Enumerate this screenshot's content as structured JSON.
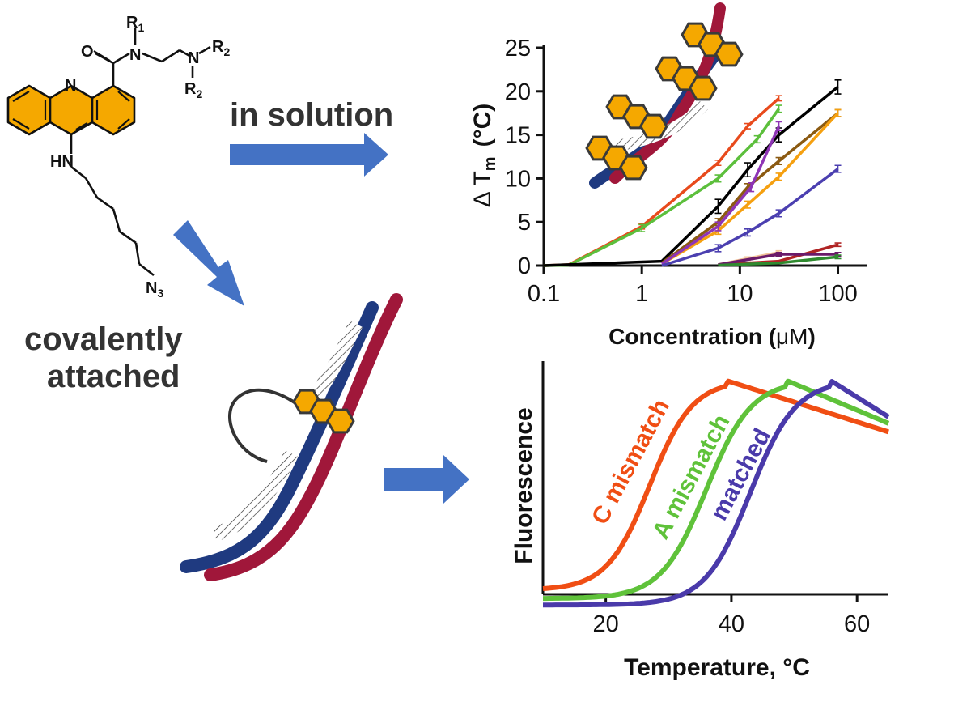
{
  "labels": {
    "in_solution": "in solution",
    "covalently_line1": "covalently",
    "covalently_line2": "attached"
  },
  "molecule": {
    "atoms": [
      "N",
      "O",
      "N",
      "N",
      "HN"
    ],
    "r_groups": [
      "R",
      "R",
      "R"
    ],
    "r_subscripts": [
      "1",
      "2",
      "2"
    ],
    "azide": "N",
    "azide_subscript": "3"
  },
  "colors": {
    "arrow": "#4472c4",
    "acridine_fill": "#f5a800",
    "strand_red": "#a0173a",
    "strand_blue": "#1f3a80"
  },
  "chart_data": [
    {
      "type": "line",
      "xscale": "log",
      "xlim": [
        0.1,
        200
      ],
      "ylim": [
        0,
        25
      ],
      "xlabel_prefix": "Concentration (",
      "xlabel_unit": "μM",
      "xlabel_suffix": ")",
      "ylabel_prefix": "Δ T",
      "ylabel_sub": "m",
      "ylabel_suffix": "(°C)",
      "xticks": [
        0.1,
        1,
        10,
        100
      ],
      "xtick_labels": [
        "0.1",
        "1",
        "10",
        "100"
      ],
      "yticks": [
        0,
        5,
        10,
        15,
        20,
        25
      ],
      "ytick_labels": [
        "0",
        "5",
        "10",
        "15",
        "20",
        "25"
      ],
      "series": [
        {
          "color": "#e84a1c",
          "points": [
            [
              0.1,
              0
            ],
            [
              0.18,
              0.1
            ],
            [
              1,
              4.5
            ],
            [
              6,
              11.8
            ],
            [
              12,
              16
            ],
            [
              25,
              19.2
            ]
          ],
          "err": 0.3
        },
        {
          "color": "#5cbf3c",
          "points": [
            [
              0.1,
              0
            ],
            [
              0.18,
              0.05
            ],
            [
              1,
              4.3
            ],
            [
              6,
              10
            ],
            [
              15,
              14.5
            ],
            [
              25,
              18
            ]
          ],
          "err": 0.4
        },
        {
          "color": "#000000",
          "points": [
            [
              0.1,
              0
            ],
            [
              1.6,
              0.5
            ],
            [
              6,
              6.8
            ],
            [
              12,
              11
            ],
            [
              25,
              15
            ],
            [
              100,
              20.5
            ]
          ],
          "err": 0.8
        },
        {
          "color": "#8b5a12",
          "points": [
            [
              1.6,
              0.3
            ],
            [
              6,
              5
            ],
            [
              12,
              9
            ],
            [
              25,
              12
            ],
            [
              100,
              17.5
            ]
          ],
          "err": 0.4
        },
        {
          "color": "#f5a010",
          "points": [
            [
              1.6,
              0.2
            ],
            [
              6,
              4
            ],
            [
              12,
              7
            ],
            [
              25,
              10.2
            ],
            [
              100,
              17.5
            ]
          ],
          "err": 0.4
        },
        {
          "color": "#8e35b5",
          "points": [
            [
              1.6,
              0.2
            ],
            [
              6,
              4.5
            ],
            [
              13,
              9
            ],
            [
              25,
              16
            ]
          ],
          "err": 0.5
        },
        {
          "color": "#4b3fb0",
          "points": [
            [
              1.6,
              0
            ],
            [
              6,
              2
            ],
            [
              12,
              3.8
            ],
            [
              25,
              6
            ],
            [
              100,
              11.1
            ]
          ],
          "err": 0.4
        },
        {
          "color": "#f2c49a",
          "points": [
            [
              6,
              0.1
            ],
            [
              12,
              0.8
            ],
            [
              25,
              1.5
            ]
          ],
          "err": 0.2
        },
        {
          "color": "#b02424",
          "points": [
            [
              6,
              0.1
            ],
            [
              25,
              0.5
            ],
            [
              100,
              2.4
            ]
          ],
          "err": 0.2
        },
        {
          "color": "#6a1a6a",
          "points": [
            [
              6,
              0.1
            ],
            [
              25,
              1.3
            ],
            [
              100,
              1.3
            ]
          ],
          "err": 0.2
        },
        {
          "color": "#2f8a2f",
          "points": [
            [
              6,
              0.05
            ],
            [
              25,
              0.3
            ],
            [
              100,
              1.0
            ]
          ],
          "err": 0.2
        }
      ]
    },
    {
      "type": "line",
      "xlim": [
        10,
        65
      ],
      "ylim": [
        0,
        1
      ],
      "xlabel": "Temperature, °C",
      "ylabel": "Fluorescence",
      "xticks": [
        20,
        40,
        60
      ],
      "xtick_labels": [
        "20",
        "40",
        "60"
      ],
      "series": [
        {
          "name": "C mismatch",
          "color": "#f04e14",
          "midpoint": 27,
          "width": 3.4,
          "start": 0.02,
          "end": 0.76
        },
        {
          "name": "A mismatch",
          "color": "#5fc23a",
          "midpoint": 36,
          "width": 3.6,
          "start": -0.02,
          "end": 0.8
        },
        {
          "name": "matched",
          "color": "#4a3aaa",
          "midpoint": 43,
          "width": 3.6,
          "start": -0.05,
          "end": 0.83
        }
      ]
    }
  ]
}
